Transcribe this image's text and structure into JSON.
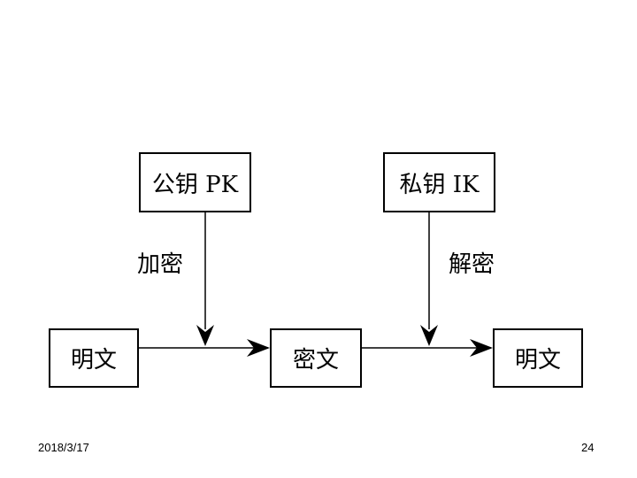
{
  "diagram": {
    "public_key_box": "公钥 PK",
    "private_key_box": "私钥 IK",
    "encrypt_label": "加密",
    "decrypt_label": "解密",
    "plaintext_left": "明文",
    "ciphertext": "密文",
    "plaintext_right": "明文"
  },
  "footer": {
    "date": "2018/3/17",
    "page_number": "24"
  }
}
